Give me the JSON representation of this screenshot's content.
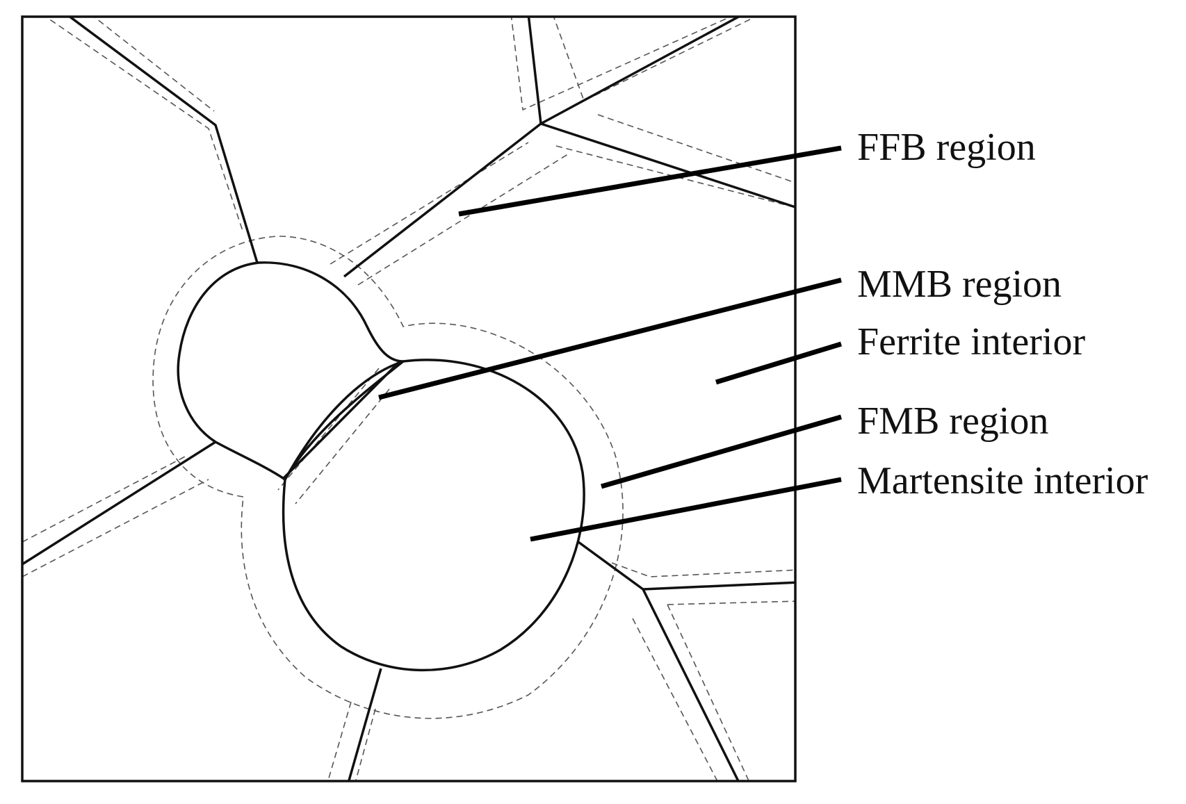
{
  "labels": {
    "ffb": "FFB region",
    "mmb": "MMB region",
    "ferrite_interior": "Ferrite interior",
    "fmb": "FMB region",
    "martensite_interior": "Martensite interior"
  },
  "colors": {
    "line": "#111111",
    "dashed": "#555555",
    "background": "#ffffff"
  }
}
